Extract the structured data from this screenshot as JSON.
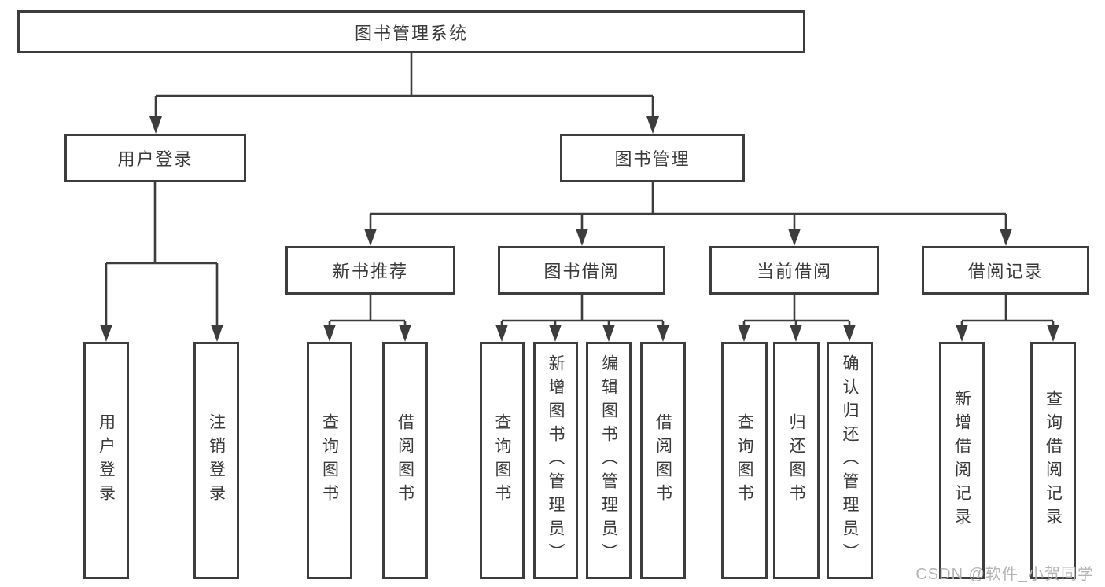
{
  "diagram": {
    "title_node": "图书管理系统",
    "root": {
      "label": "图书管理系统"
    },
    "branches": [
      {
        "label": "用户登录",
        "children": [
          {
            "label": "用户登录"
          },
          {
            "label": "注销登录"
          }
        ]
      },
      {
        "label": "图书管理",
        "children": [
          {
            "label": "新书推荐",
            "children": [
              {
                "label": "查询图书"
              },
              {
                "label": "借阅图书"
              }
            ]
          },
          {
            "label": "图书借阅",
            "children": [
              {
                "label": "查询图书"
              },
              {
                "label": "新增图书（管理员）"
              },
              {
                "label": "编辑图书（管理员）"
              },
              {
                "label": "借阅图书"
              }
            ]
          },
          {
            "label": "当前借阅",
            "children": [
              {
                "label": "查询图书"
              },
              {
                "label": "归还图书"
              },
              {
                "label": "确认归还（管理员）"
              }
            ]
          },
          {
            "label": "借阅记录",
            "children": [
              {
                "label": "新增借阅记录"
              },
              {
                "label": "查询借阅记录"
              }
            ]
          }
        ]
      }
    ]
  },
  "watermark": "CSDN @软件_小贺同学",
  "colors": {
    "line": "#3d3d3d",
    "text": "#3a3a3a",
    "watermark": "#b4b4b4",
    "background": "#ffffff"
  }
}
